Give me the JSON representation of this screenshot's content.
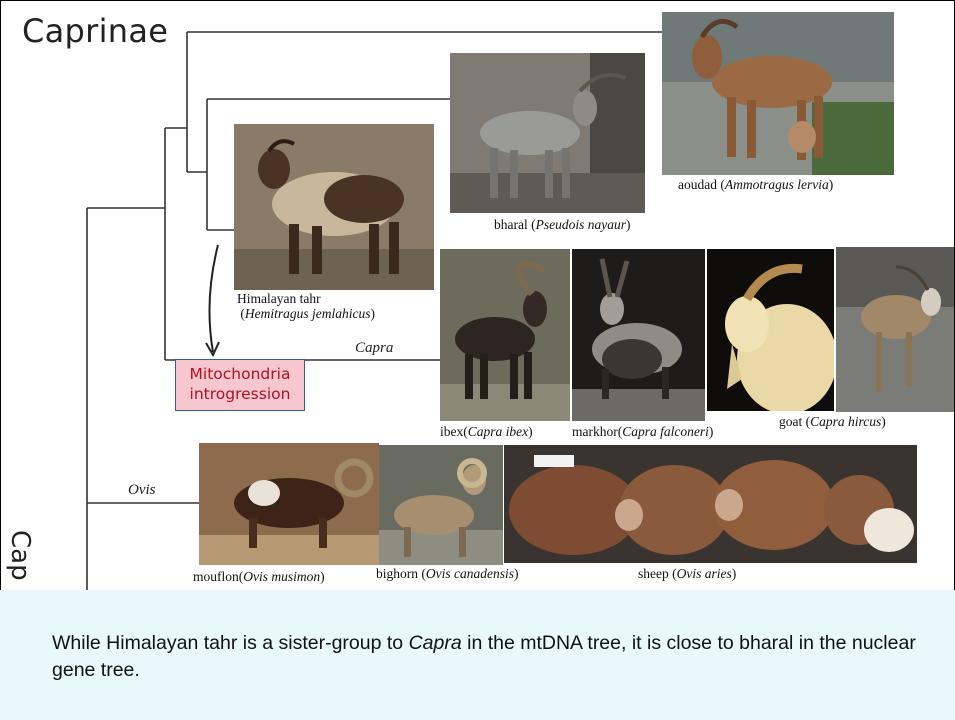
{
  "title": "Caprinae",
  "clades": {
    "capra": "Capra",
    "ovis": "Ovis",
    "side": "Cap"
  },
  "box": {
    "line1": "Mitochondria",
    "line2": "introgression"
  },
  "species": {
    "aoudad": {
      "common": "aoudad (",
      "sci": "Ammotragus lervia",
      "close": ")"
    },
    "bharal": {
      "common": "bharal  (",
      "sci": "Pseudois nayaur",
      "close": ")"
    },
    "tahr": {
      "common": "Himalayan tahr",
      "open": "(",
      "sci": "Hemitragus jemlahicus",
      "close": ")"
    },
    "ibex": {
      "common": "ibex(",
      "sci": "Capra ibex",
      "close": ")"
    },
    "markhor": {
      "common": "markhor(",
      "sci": "Capra falconeri",
      "close": ")"
    },
    "goat": {
      "common": "goat (",
      "sci": "Capra hircus",
      "close": ")"
    },
    "mouflon": {
      "common": "mouflon(",
      "sci": "Ovis musimon",
      "close": ")"
    },
    "bighorn": {
      "common": "bighorn (",
      "sci": "Ovis canadensis",
      "close": ")"
    },
    "sheep": {
      "common": "sheep (",
      "sci": "Ovis aries",
      "close": ")"
    }
  },
  "note": {
    "pre": "While Himalayan tahr is a sister-group to ",
    "genus": "Capra",
    "post": " in the mtDNA tree,  it is close to bharal in the nuclear gene tree."
  }
}
